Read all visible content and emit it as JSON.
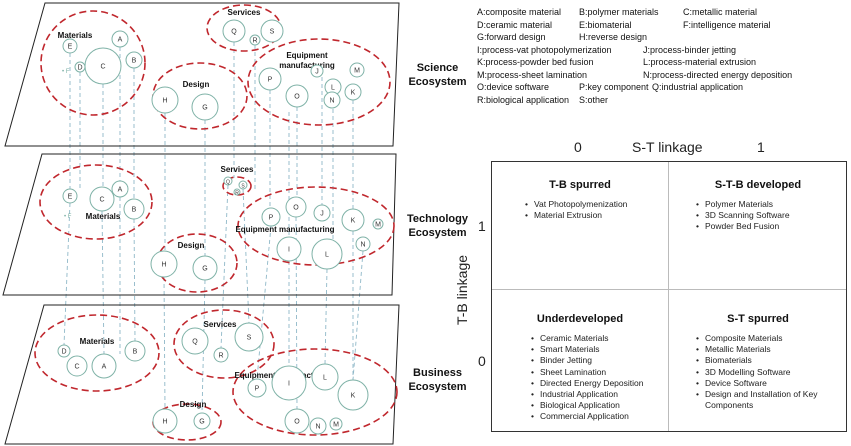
{
  "layers": [
    {
      "label_line1": "Science",
      "label_line2": "Ecosystem"
    },
    {
      "label_line1": "Technology",
      "label_line2": "Ecosystem"
    },
    {
      "label_line1": "Business",
      "label_line2": "Ecosystem"
    }
  ],
  "groups": {
    "materials": "Materials",
    "services": "Services",
    "design": "Design",
    "equipment_line1": "Equipment",
    "equipment_line2": "manufacturing",
    "equipment_single": "Equipment manufacturing"
  },
  "legend": [
    [
      "A:composite material",
      "B:polymer materials",
      "C:metallic material"
    ],
    [
      "D:ceramic material",
      "E:biomaterial",
      "F:intelligence material"
    ],
    [
      "G:forward design",
      "H:reverse design"
    ],
    [
      "I:process-vat photopolymerization",
      "J:process-binder jetting"
    ],
    [
      "K:process-powder bed fusion",
      "L:process-material extrusion"
    ],
    [
      "M:process-sheet lamination",
      "N:process-directed energy deposition"
    ],
    [
      "O:device software",
      "P:key component",
      "Q:industrial application"
    ],
    [
      "R:biological application",
      "S:other"
    ]
  ],
  "matrix": {
    "x_axis_label": "S-T linkage",
    "x_low": "0",
    "x_high": "1",
    "y_axis_label": "T-B linkage",
    "y_high": "1",
    "y_low": "0",
    "quadrants": {
      "top_left": {
        "title": "T-B spurred",
        "items": [
          "Vat Photopolymenization",
          "Material Extrusion"
        ]
      },
      "top_right": {
        "title": "S-T-B developed",
        "items": [
          "Polymer Materials",
          "3D Scanning Software",
          "Powder Bed Fusion"
        ]
      },
      "bottom_left": {
        "title": "Underdeveloped",
        "items": [
          "Ceramic Materials",
          "Smart Materials",
          "Binder Jetting",
          "Sheet Lamination",
          "Directed Energy Deposition",
          "Industrial Application",
          "Biological Application",
          "Commercial Application"
        ]
      },
      "bottom_right": {
        "title": "S-T spurred",
        "items": [
          "Composite Materials",
          "Metallic Materials",
          "Biomaterials",
          "3D Modelling Software",
          "Device Software",
          "Design and Installation of Key Components"
        ]
      }
    }
  },
  "colors": {
    "ellipse": "#c0272d",
    "node": "#7fb2a7",
    "dash": "#8fb8c8",
    "plane": "#222222"
  }
}
